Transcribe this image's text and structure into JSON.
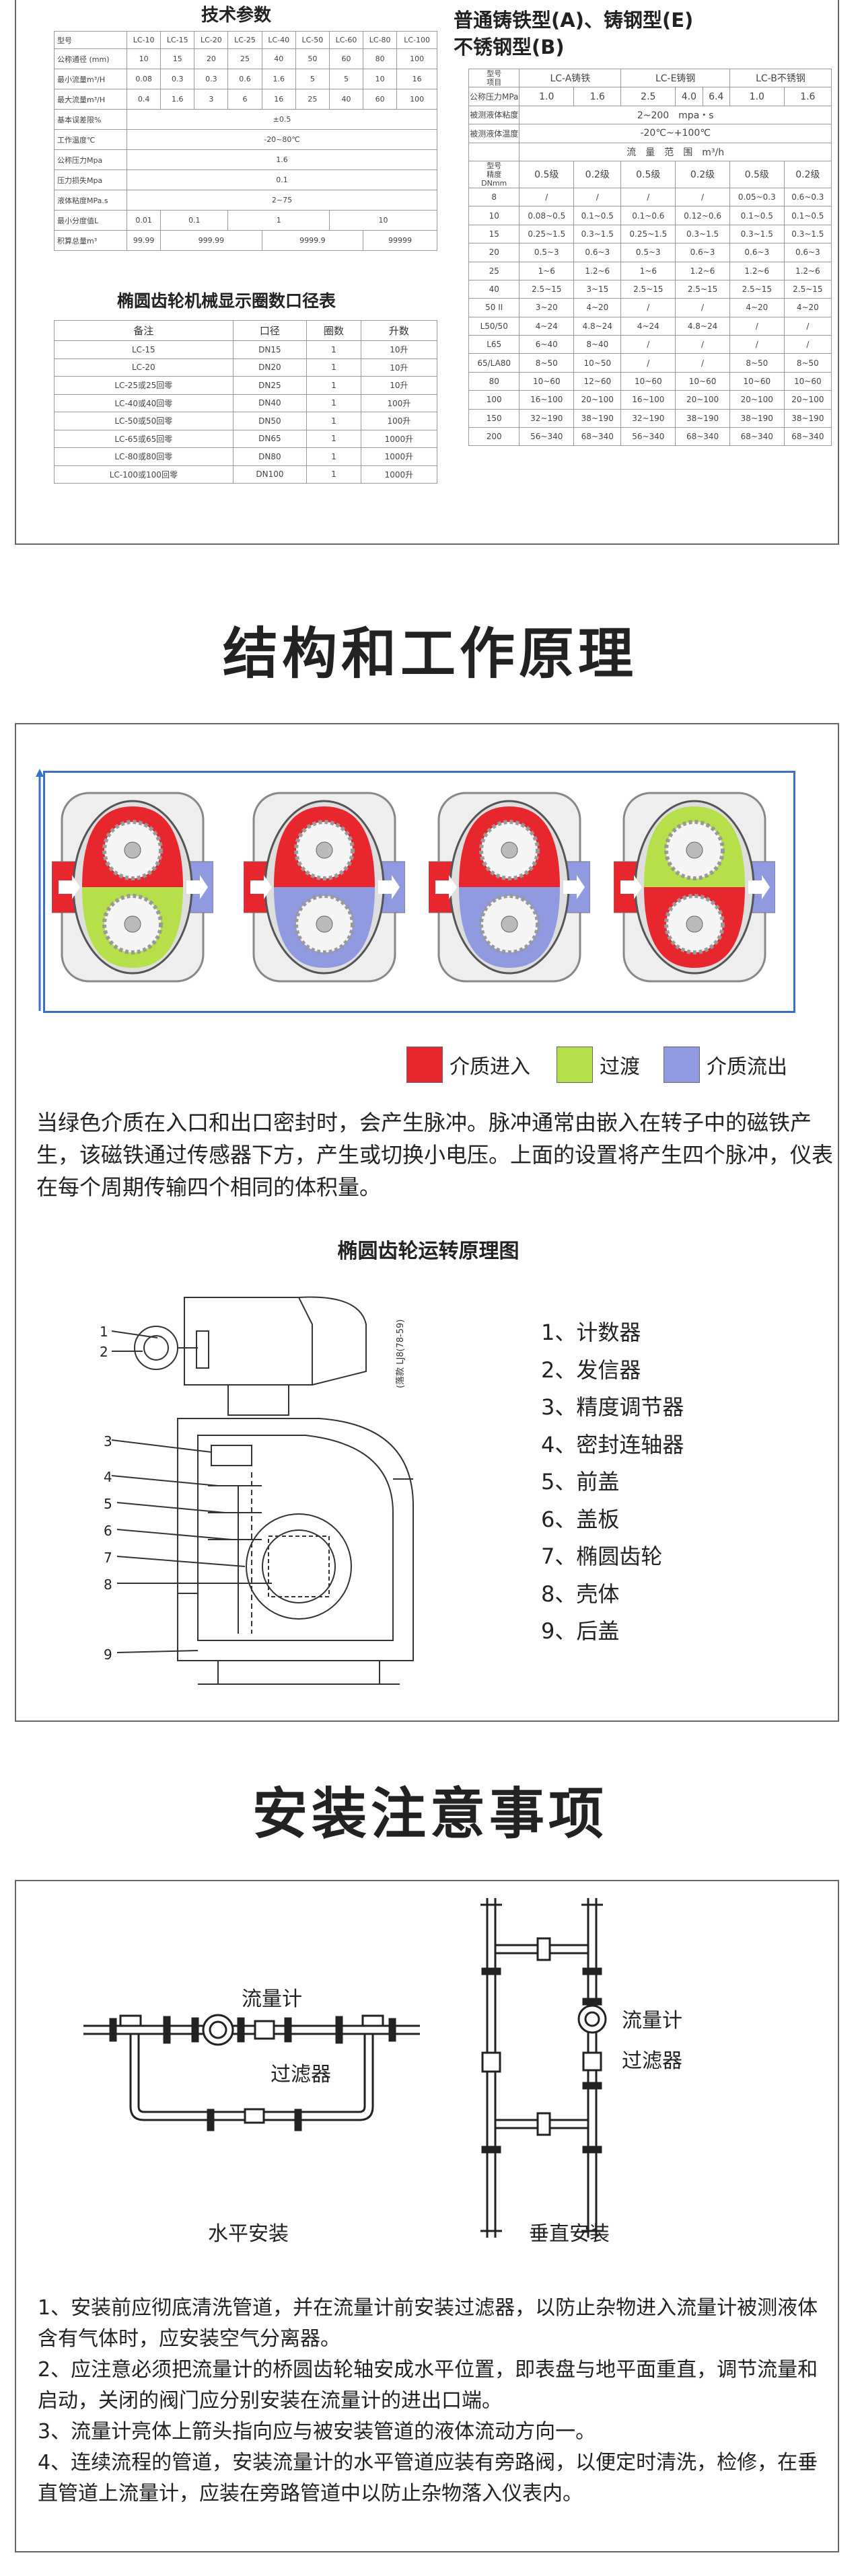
{
  "spec": {
    "title": "技术参数",
    "header": [
      "型号",
      "LC-10",
      "LC-15",
      "LC-20",
      "LC-25",
      "LC-40",
      "LC-50",
      "LC-60",
      "LC-80",
      "LC-100"
    ],
    "rows_full": [
      {
        "label": "公称通径 (mm)",
        "cells": [
          "10",
          "15",
          "20",
          "25",
          "40",
          "50",
          "60",
          "80",
          "100"
        ]
      },
      {
        "label": "最小流量m³/H",
        "cells": [
          "0.08",
          "0.3",
          "0.3",
          "0.6",
          "1.6",
          "5",
          "5",
          "10",
          "16"
        ]
      },
      {
        "label": "最大流量m³/H",
        "cells": [
          "0.4",
          "1.6",
          "3",
          "6",
          "16",
          "25",
          "40",
          "60",
          "100"
        ]
      }
    ],
    "rows_span": [
      {
        "label": "基本误差限%",
        "value": "±0.5"
      },
      {
        "label": "工作温度℃",
        "value": "-20~80℃"
      },
      {
        "label": "公称压力Mpa",
        "value": "1.6"
      },
      {
        "label": "压力损失Mpa",
        "value": "0.1"
      },
      {
        "label": "液体粘度MPa.s",
        "value": "2~75"
      }
    ],
    "min_div": {
      "label": "最小分度值L",
      "cells": [
        "0.01",
        "0.1",
        "1",
        "10"
      ]
    },
    "total": {
      "label": "积算总量m³",
      "cells": [
        "99.99",
        "999.99",
        "9999.9",
        "99999"
      ]
    }
  },
  "counts": {
    "title": "椭圆齿轮机械显示圈数口径表",
    "header": [
      "备注",
      "口径",
      "圈数",
      "升数"
    ],
    "rows": [
      [
        "LC-15",
        "DN15",
        "1",
        "10升"
      ],
      [
        "LC-20",
        "DN20",
        "1",
        "10升"
      ],
      [
        "LC-25或25回零",
        "DN25",
        "1",
        "10升"
      ],
      [
        "LC-40或40回零",
        "DN40",
        "1",
        "100升"
      ],
      [
        "LC-50或50回零",
        "DN50",
        "1",
        "100升"
      ],
      [
        "LC-65或65回零",
        "DN65",
        "1",
        "1000升"
      ],
      [
        "LC-80或80回零",
        "DN80",
        "1",
        "1000升"
      ],
      [
        "LC-100或100回零",
        "DN100",
        "1",
        "1000升"
      ]
    ]
  },
  "types": {
    "lines": [
      "普通铸铁型(A)、铸钢型(E)",
      "不锈钢型(B)"
    ],
    "corner_top": "型号",
    "corner_bottom": "项目",
    "group_headers": [
      "LC-A铸铁",
      "LC-E铸钢",
      "LC-B不锈钢"
    ],
    "pressure": {
      "label": "公称压力MPa",
      "values": [
        "1.0",
        "1.6",
        "2.5",
        "4.0",
        "6.4",
        "1.0",
        "1.6"
      ]
    },
    "viscosity": {
      "label": "被测液体粘度",
      "value": "2~200　mpa・s"
    },
    "temperature": {
      "label": "被测液体温度",
      "value": "-20℃~+100℃"
    },
    "flow_range_label": "流　量　范　围　m³/h",
    "corner2_top": "型号",
    "corner2_mid": "精度",
    "corner2_bottom": "DNmm",
    "grade_headers": [
      "0.5级",
      "0.2级",
      "0.5级",
      "0.2级",
      "0.5级",
      "0.2级"
    ],
    "rows": [
      {
        "dn": "8",
        "cells": [
          "/",
          "/",
          "/",
          "/",
          "0.05~0.3",
          "0.6~0.3"
        ]
      },
      {
        "dn": "10",
        "cells": [
          "0.08~0.5",
          "0.1~0.5",
          "0.1~0.6",
          "0.12~0.6",
          "0.1~0.5",
          "0.1~0.5"
        ]
      },
      {
        "dn": "15",
        "cells": [
          "0.25~1.5",
          "0.3~1.5",
          "0.25~1.5",
          "0.3~1.5",
          "0.3~1.5",
          "0.3~1.5"
        ]
      },
      {
        "dn": "20",
        "cells": [
          "0.5~3",
          "0.6~3",
          "0.5~3",
          "0.6~3",
          "0.6~3",
          "0.6~3"
        ]
      },
      {
        "dn": "25",
        "cells": [
          "1~6",
          "1.2~6",
          "1~6",
          "1.2~6",
          "1.2~6",
          "1.2~6"
        ]
      },
      {
        "dn": "40",
        "cells": [
          "2.5~15",
          "3~15",
          "2.5~15",
          "2.5~15",
          "2.5~15",
          "2.5~15"
        ]
      },
      {
        "dn": "50 II",
        "cells": [
          "3~20",
          "4~20",
          "/",
          "/",
          "4~20",
          "4~20"
        ]
      },
      {
        "dn": "L50/50",
        "cells": [
          "4~24",
          "4.8~24",
          "4~24",
          "4.8~24",
          "/",
          "/"
        ]
      },
      {
        "dn": "L65",
        "cells": [
          "6~40",
          "8~40",
          "/",
          "/",
          "/",
          "/"
        ]
      },
      {
        "dn": "65/LA80",
        "cells": [
          "8~50",
          "10~50",
          "/",
          "/",
          "8~50",
          "8~50"
        ]
      },
      {
        "dn": "80",
        "cells": [
          "10~60",
          "12~60",
          "10~60",
          "10~60",
          "10~60",
          "10~60"
        ]
      },
      {
        "dn": "100",
        "cells": [
          "16~100",
          "20~100",
          "16~100",
          "20~100",
          "20~100",
          "20~100"
        ]
      },
      {
        "dn": "150",
        "cells": [
          "32~190",
          "38~190",
          "32~190",
          "38~190",
          "38~190",
          "38~190"
        ]
      },
      {
        "dn": "200",
        "cells": [
          "56~340",
          "68~340",
          "56~340",
          "68~340",
          "68~340",
          "68~340"
        ]
      }
    ]
  },
  "structure": {
    "heading": "结构和工作原理",
    "legend": [
      {
        "label": "介质进入",
        "color": "#e8262e"
      },
      {
        "label": "过渡",
        "color": "#b6e04a"
      },
      {
        "label": "介质流出",
        "color": "#8f9ae0"
      }
    ],
    "description": "当绿色介质在入口和出口密封时，会产生脉冲。脉冲通常由嵌入在转子中的磁铁产生，该磁铁通过传感器下方，产生或切换小电压。上面的设置将产生四个脉冲，仪表在每个周期传输四个相同的体积量。",
    "mech_title": "椭圆齿轮运转原理图",
    "drawing_numbers": [
      "1",
      "2",
      "3",
      "4",
      "5",
      "6",
      "7",
      "8",
      "9"
    ],
    "drawing_note": "(落款 LJ8(78-59)",
    "parts": [
      "1、计数器",
      "2、发信器",
      "3、精度调节器",
      "4、密封连轴器",
      "5、前盖",
      "6、盖板",
      "7、椭圆齿轮",
      "8、壳体",
      "9、后盖"
    ]
  },
  "install": {
    "heading": "安装注意事项",
    "flowmeter_label": "流量计",
    "filter_label": "过滤器",
    "flowmeter_label_v": "流量计",
    "filter_label_v": "过滤器",
    "horizontal_caption": "水平安装",
    "vertical_caption": "垂直安装",
    "notes": [
      "1、安装前应彻底清洗管道，并在流量计前安装过滤器，以防止杂物进入流量计被测液体含有气体时，应安装空气分离器。",
      "2、应注意必须把流量计的桥圆齿轮轴安成水平位置，即表盘与地平面重直，调节流量和启动，关闭的阀门应分别安装在流量计的进出口端。",
      "3、流量计亮体上箭头指向应与被安装管道的液体流动方向一。",
      "4、连续流程的管道，安装流量计的水平管道应装有旁路阀，以便定时清洗，检修，在垂直管道上流量计，应装在旁路管道中以防止杂物落入仪表内。"
    ]
  }
}
